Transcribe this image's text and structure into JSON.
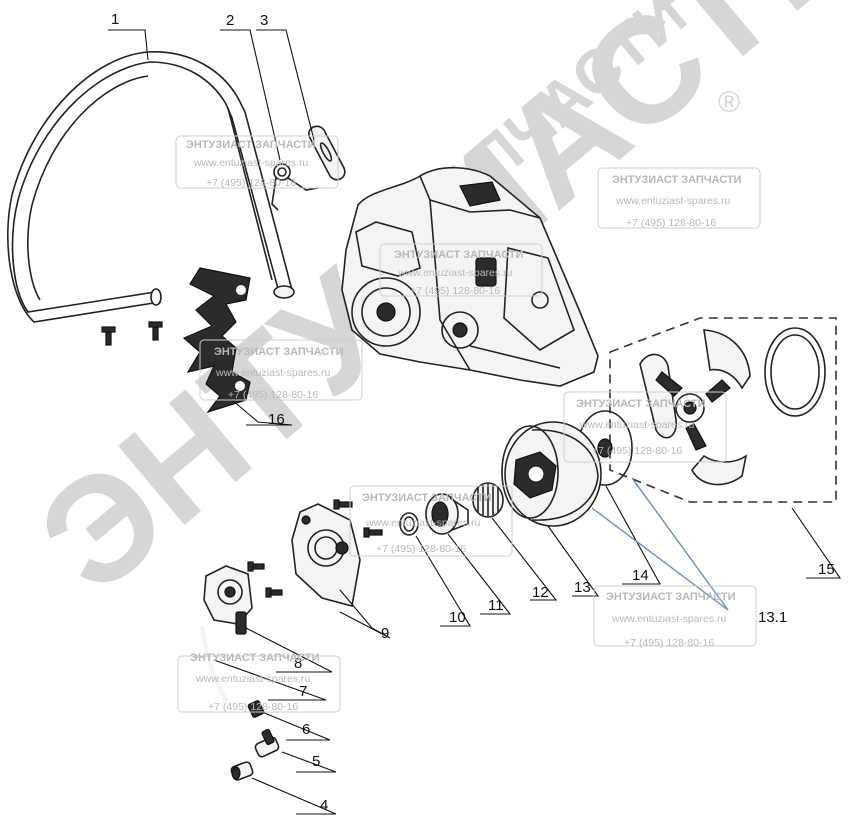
{
  "diagram": {
    "callouts": [
      {
        "id": "1",
        "label": "1"
      },
      {
        "id": "2",
        "label": "2"
      },
      {
        "id": "3",
        "label": "3"
      },
      {
        "id": "4",
        "label": "4"
      },
      {
        "id": "5",
        "label": "5"
      },
      {
        "id": "6",
        "label": "6"
      },
      {
        "id": "7",
        "label": "7"
      },
      {
        "id": "8",
        "label": "8"
      },
      {
        "id": "9",
        "label": "9"
      },
      {
        "id": "10",
        "label": "10"
      },
      {
        "id": "11",
        "label": "11"
      },
      {
        "id": "12",
        "label": "12"
      },
      {
        "id": "13",
        "label": "13"
      },
      {
        "id": "13_1",
        "label": "13.1"
      },
      {
        "id": "14",
        "label": "14"
      },
      {
        "id": "15",
        "label": "15"
      },
      {
        "id": "16",
        "label": "16"
      }
    ]
  },
  "watermark": {
    "brand_big": "ЭНТУЗИАСТ!",
    "brand_small": "ЗАПЧАСТИ",
    "registered": "®",
    "box_title": "ЭНТУЗИАСТ ЗАПЧАСТИ",
    "box_url": "www.entuziast-spares.ru",
    "box_phone": "+7 (495) 128-80-16"
  },
  "colors": {
    "line": "#222222",
    "leader_blue": "#6b8fb8",
    "watermark": "#d6d6d6"
  }
}
